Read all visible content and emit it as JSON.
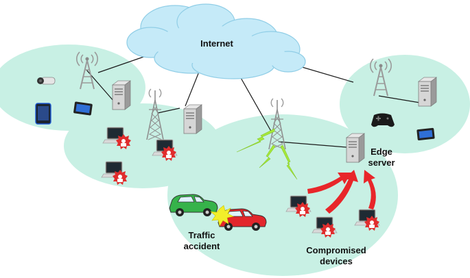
{
  "labels": {
    "internet": "Internet",
    "edge_server_line1": "Edge",
    "edge_server_line2": "server",
    "traffic_line1": "Traffic",
    "traffic_line2": "accident",
    "compromised_line1": "Compromised",
    "compromised_line2": "devices"
  },
  "colors": {
    "cell": "#c8f0e4",
    "cloud": "#c5eaf8",
    "cloud_stroke": "#8fcde6",
    "threat": "#e02d2d",
    "bolt": "#a6e83a",
    "arrow": "#e8262a",
    "car_green": "#36b34a",
    "car_red": "#e2262c"
  },
  "icons": [
    "cloud-icon",
    "antenna-tower-icon",
    "server-icon",
    "camera-icon",
    "phone-icon",
    "tablet-icon",
    "laptop-icon",
    "malware-badge-icon",
    "gamepad-icon",
    "car-icon",
    "lightning-icon",
    "arrow-icon",
    "collision-icon"
  ]
}
